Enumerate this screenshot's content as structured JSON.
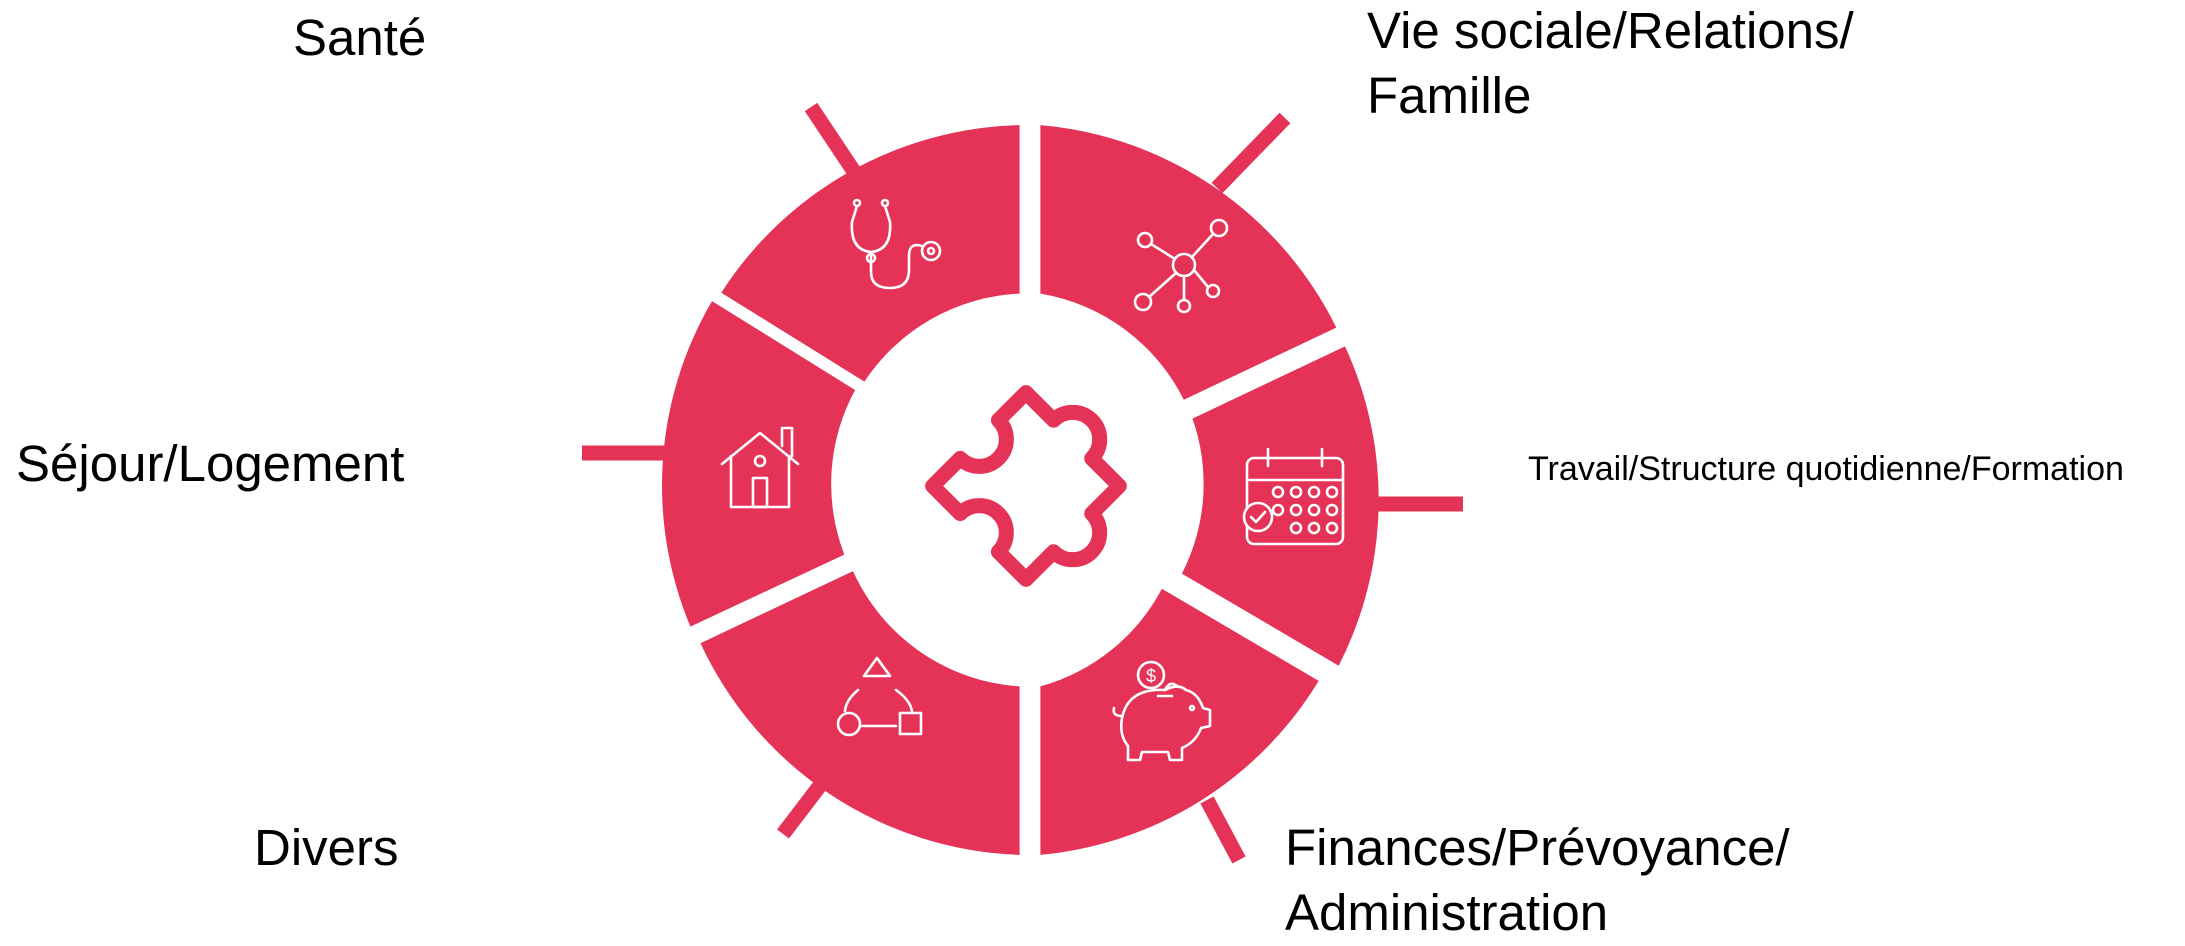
{
  "colors": {
    "segment": "#e53358",
    "background": "#ffffff",
    "text": "#000000"
  },
  "diagram": {
    "center_icon": "puzzle-piece-icon",
    "segments": [
      {
        "key": "sante",
        "icon": "stethoscope-icon",
        "label_lines": [
          "Santé"
        ]
      },
      {
        "key": "vie_sociale",
        "icon": "network-icon",
        "label_lines": [
          "Vie sociale/Relations/",
          "Famille"
        ]
      },
      {
        "key": "travail",
        "icon": "calendar-check-icon",
        "label_lines": [
          "Travail/Structure quotidienne/Formation"
        ]
      },
      {
        "key": "finances",
        "icon": "piggy-bank-icon",
        "label_lines": [
          "Finances/Prévoyance/",
          "Administration"
        ]
      },
      {
        "key": "divers",
        "icon": "shapes-icon",
        "label_lines": [
          "Divers"
        ]
      },
      {
        "key": "sejour",
        "icon": "house-icon",
        "label_lines": [
          "Séjour/Logement"
        ]
      }
    ]
  }
}
